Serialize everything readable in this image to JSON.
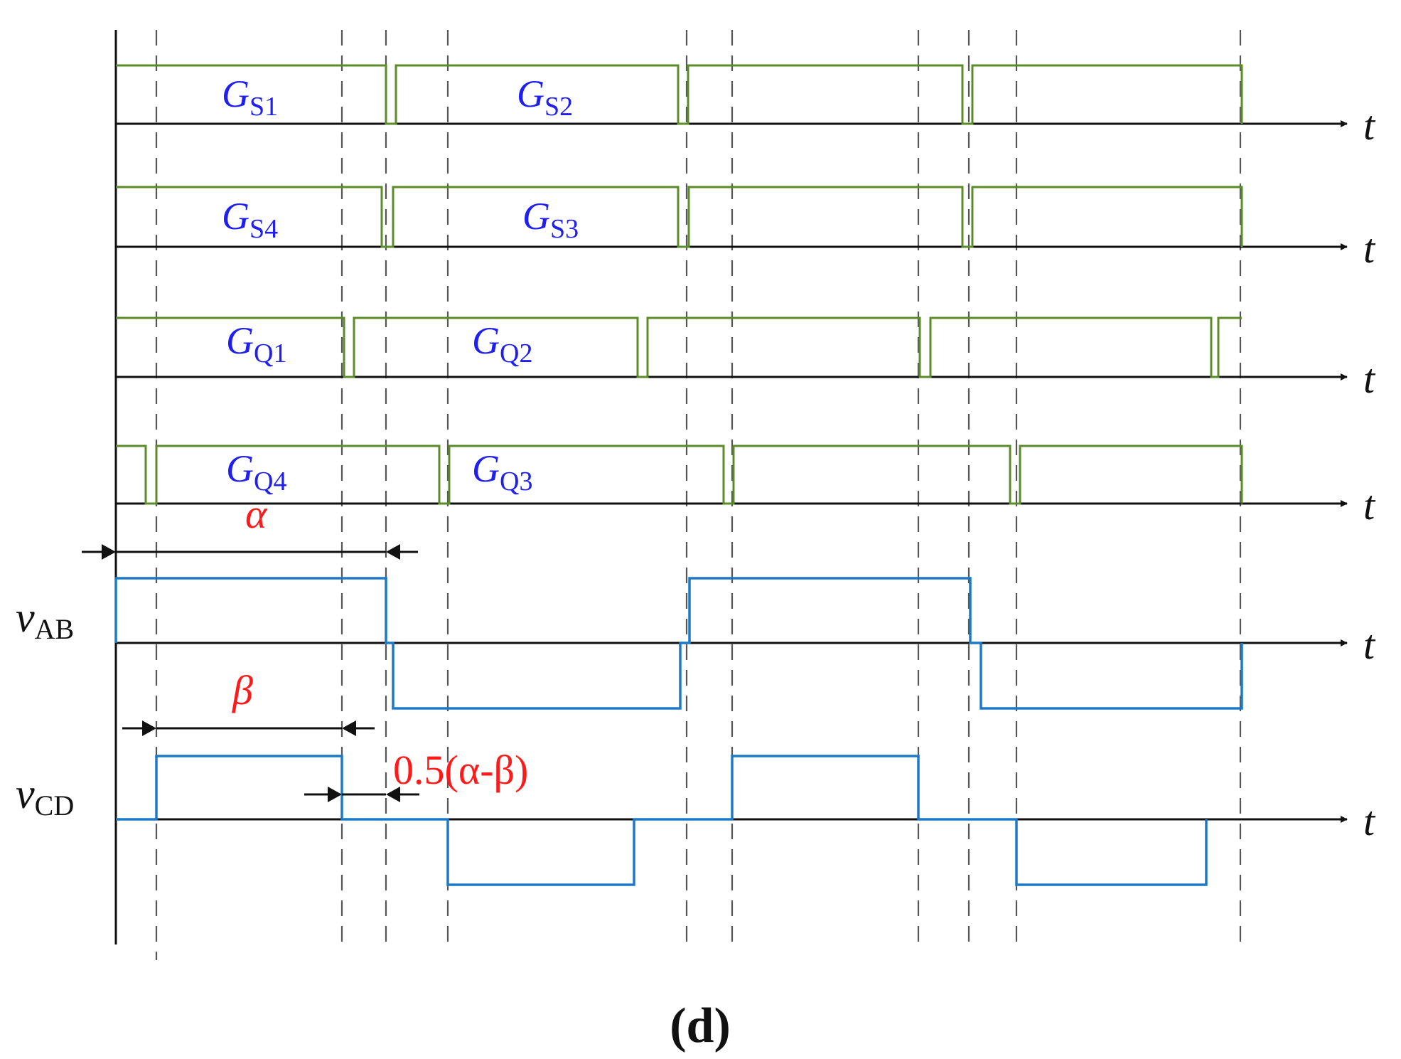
{
  "colors": {
    "gate": "#5b8c2a",
    "voltage": "#1e78c8",
    "gate_label": "#1f1ff0",
    "annotation": "#ff1a1a",
    "axis": "#111111",
    "dashed": "#555555"
  },
  "time_axis_label": "t",
  "gate_signals": [
    {
      "symbol": "G",
      "subscript": "S1"
    },
    {
      "symbol": "G",
      "subscript": "S2"
    },
    {
      "symbol": "G",
      "subscript": "S4"
    },
    {
      "symbol": "G",
      "subscript": "S3"
    },
    {
      "symbol": "G",
      "subscript": "Q1"
    },
    {
      "symbol": "G",
      "subscript": "Q2"
    },
    {
      "symbol": "G",
      "subscript": "Q4"
    },
    {
      "symbol": "G",
      "subscript": "Q3"
    }
  ],
  "voltages": [
    {
      "symbol": "v",
      "subscript": "AB"
    },
    {
      "symbol": "v",
      "subscript": "CD"
    }
  ],
  "annotations": {
    "alpha": "α",
    "beta": "β",
    "phase_shift": "0.5(α-β)"
  },
  "caption": "(d)"
}
